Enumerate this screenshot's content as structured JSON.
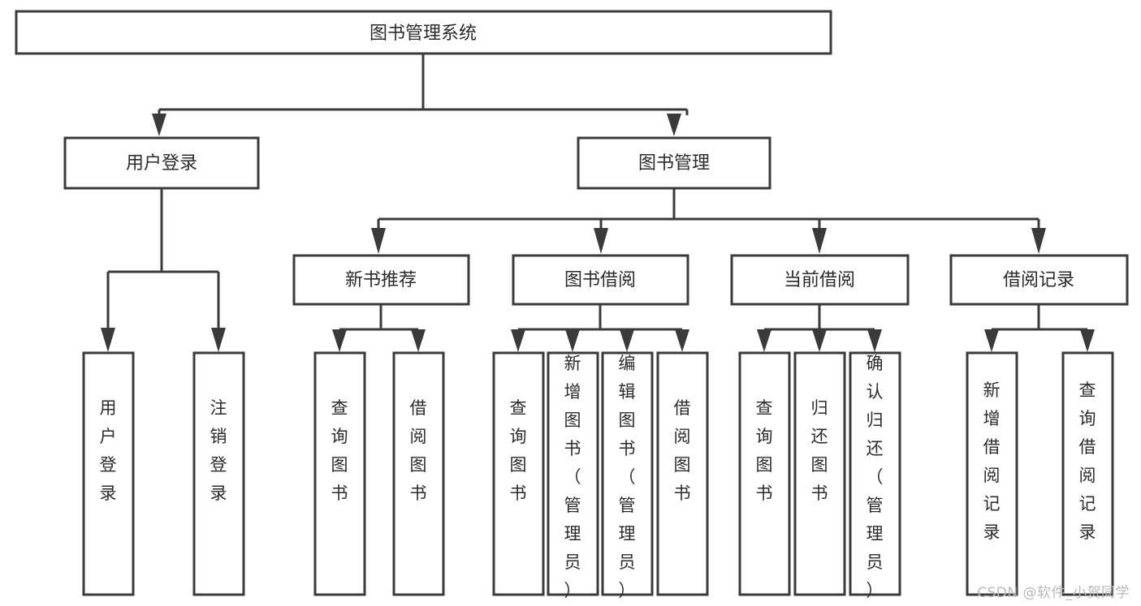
{
  "diagram": {
    "type": "tree-hierarchy",
    "title": "图书管理系统",
    "watermark": "CSDN @软件_小贺同学",
    "colors": {
      "stroke": "#3a3a3a",
      "fill": "#ffffff",
      "text": "#2b2b2b",
      "watermark": "#b9b9b9",
      "background": "#ffffff"
    },
    "levels": {
      "root": {
        "label": "图书管理系统"
      },
      "level2": [
        {
          "label": "用户登录"
        },
        {
          "label": "图书管理"
        }
      ],
      "level3": [
        {
          "label": "新书推荐"
        },
        {
          "label": "图书借阅"
        },
        {
          "label": "当前借阅"
        },
        {
          "label": "借阅记录"
        }
      ],
      "leaves": {
        "user_login": [
          {
            "label": "用户登录"
          },
          {
            "label": "注销登录"
          }
        ],
        "new_book_recommend": [
          {
            "label": "查询图书"
          },
          {
            "label": "借阅图书"
          }
        ],
        "book_borrow": [
          {
            "label": "查询图书"
          },
          {
            "label": "新增图书（管理员）"
          },
          {
            "label": "编辑图书（管理员）"
          },
          {
            "label": "借阅图书"
          }
        ],
        "current_borrow": [
          {
            "label": "查询图书"
          },
          {
            "label": "归还图书"
          },
          {
            "label": "确认归还（管理员）"
          }
        ],
        "borrow_record": [
          {
            "label": "新增借阅记录"
          },
          {
            "label": "查询借阅记录"
          }
        ]
      }
    }
  }
}
